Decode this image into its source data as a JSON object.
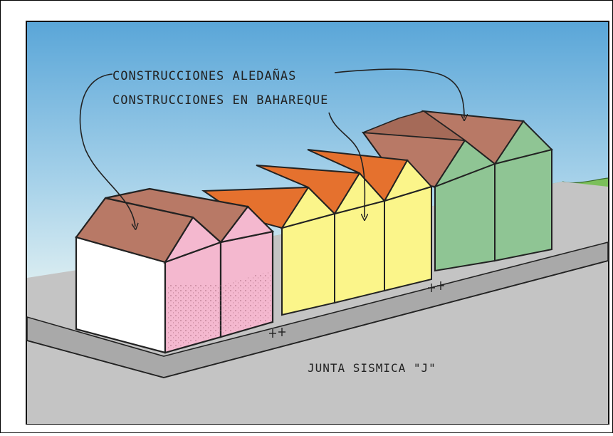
{
  "labels": {
    "neighbor_buildings": "CONSTRUCCIONES ALEDAÑAS",
    "bahareque_buildings": "CONSTRUCCIONES EN BAHAREQUE",
    "seismic_joint": "JUNTA SISMICA \"J\""
  },
  "colors": {
    "sky_top": "#5aa6d8",
    "sky_bottom": "#e8f3f2",
    "grass": "#7bbf5a",
    "ground": "#bdbdbd",
    "roof_brown": "#b87966",
    "roof_orange": "#e5712e",
    "wall_white": "#ffffff",
    "wall_pink": "#f4b8cf",
    "wall_yellow": "#fbf58a",
    "wall_green": "#8fc594"
  }
}
